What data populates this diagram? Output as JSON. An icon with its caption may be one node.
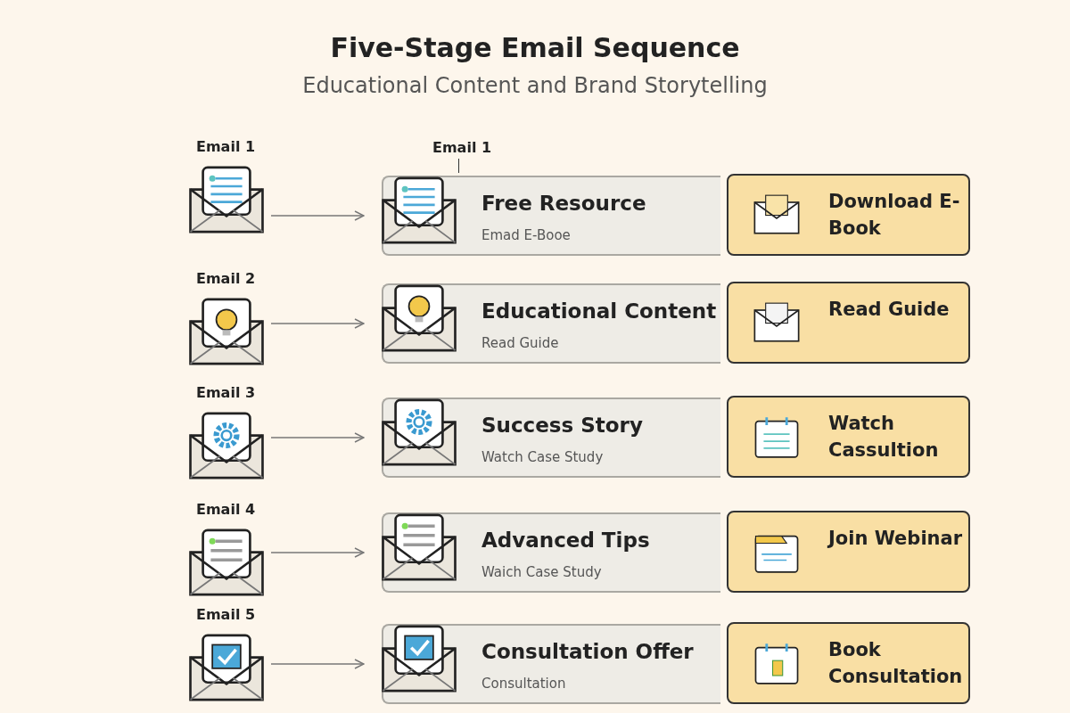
{
  "diagram": {
    "title": "Five-Stage Email Sequence",
    "caption": "Educational Content and Brand Storytelling",
    "nodes": [
      {
        "text": [
          "Email 1"
        ]
      },
      {
        "text": [
          "Free Resource",
          "Emad E-Booe"
        ]
      },
      {
        "text": [
          "Download E-Book"
        ]
      },
      {
        "text": [
          "Email 2"
        ]
      },
      {
        "text": [
          "Educational Content",
          "Read Guide"
        ]
      },
      {
        "text": [
          "Read Guide"
        ]
      },
      {
        "text": [
          "Email 3"
        ]
      },
      {
        "text": [
          "Success Story",
          "Watch Case Study"
        ]
      },
      {
        "text": [
          "Watch Cassultion"
        ]
      },
      {
        "text": [
          "Email 4"
        ]
      },
      {
        "text": [
          "Advanced Tips",
          "Waich Case Study"
        ]
      },
      {
        "text": [
          "Join Webinar"
        ]
      },
      {
        "text": [
          "Email 5"
        ]
      },
      {
        "text": [
          "Consultation Offer",
          "Consultation"
        ]
      },
      {
        "text": [
          "Book Consultation"
        ]
      }
    ],
    "edges": [
      {
        "from": 0,
        "to": 1,
        "arrow": "to"
      },
      {
        "from": 3,
        "to": 4,
        "arrow": "to"
      },
      {
        "from": 6,
        "to": 7,
        "arrow": "to"
      },
      {
        "from": 9,
        "to": 10,
        "arrow": "to"
      },
      {
        "from": 12,
        "to": 13,
        "arrow": "to"
      }
    ],
    "labels": [
      "Email 1"
    ]
  }
}
